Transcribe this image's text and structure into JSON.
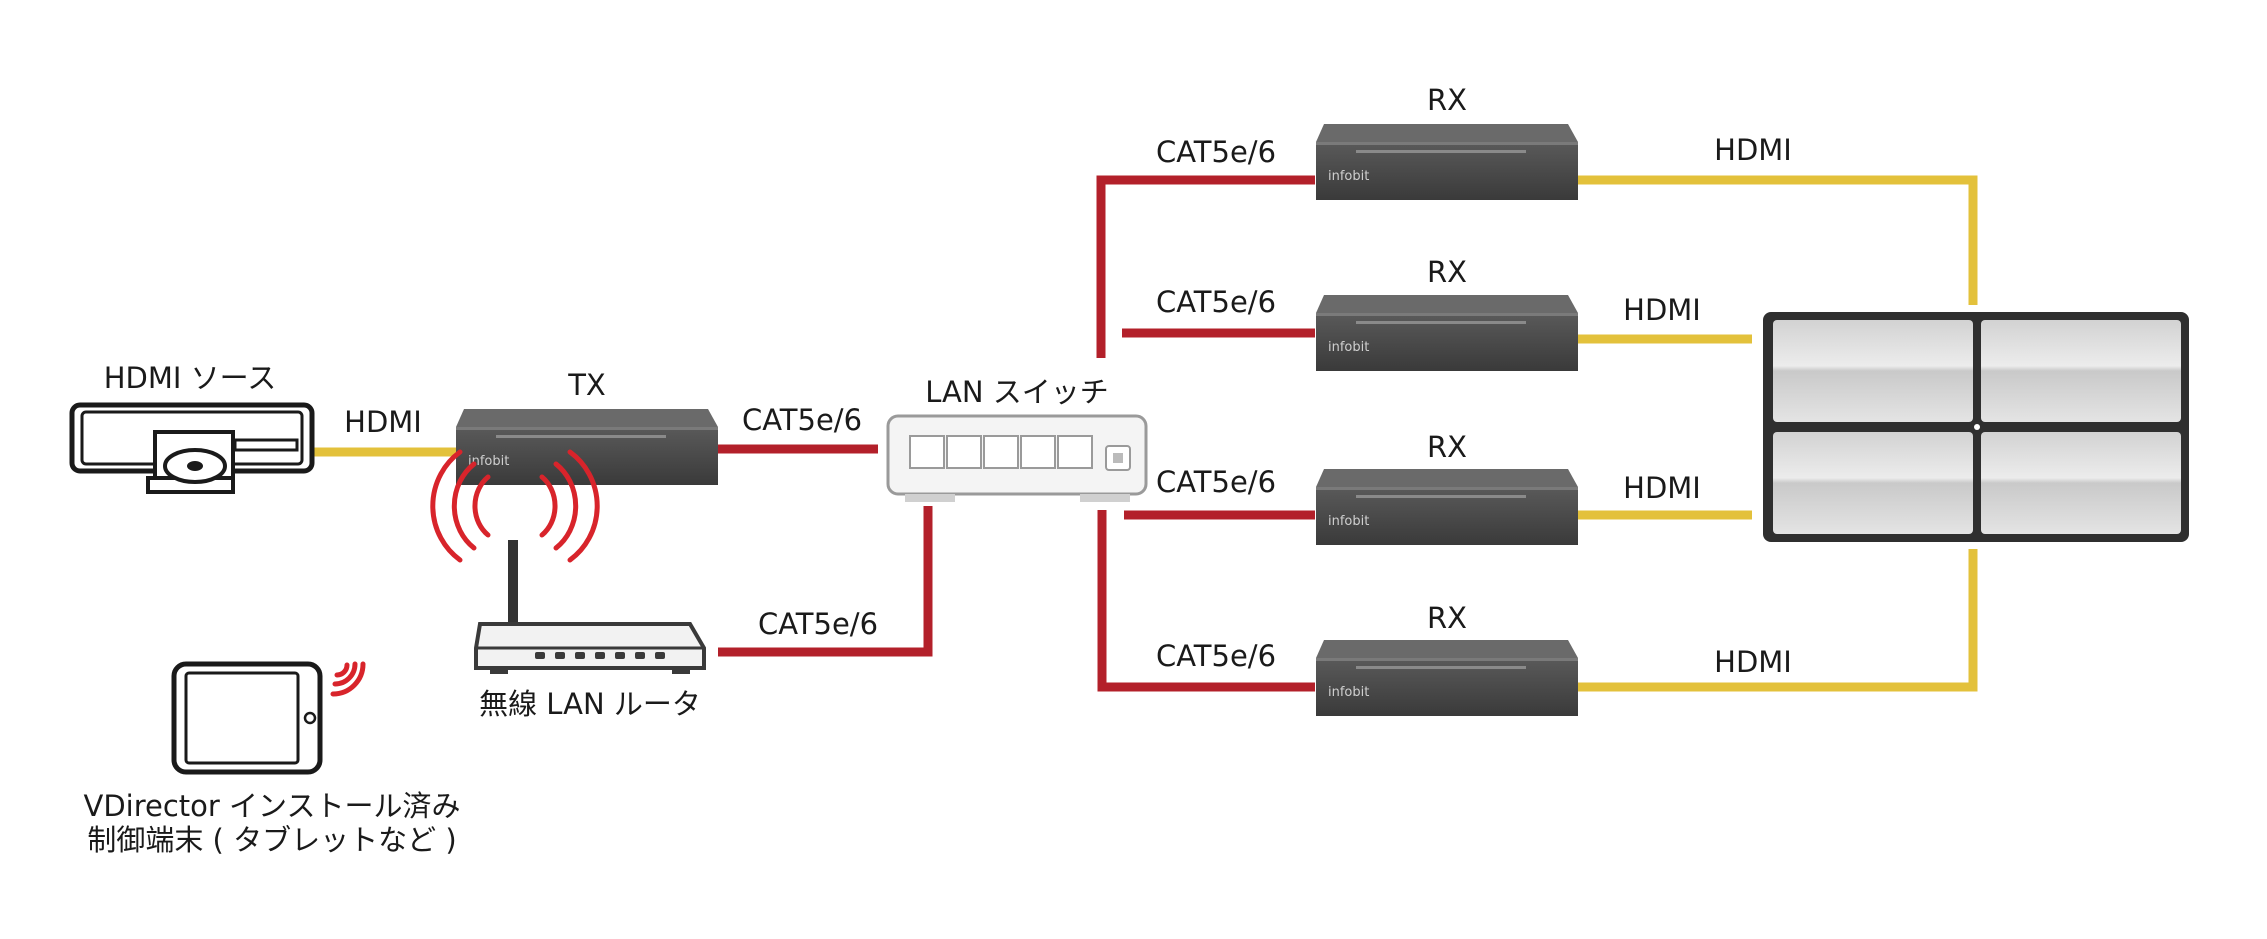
{
  "colors": {
    "hdmi_cable": "#e3c13b",
    "cat_cable": "#b3202a",
    "device_body": "#4a4a4a",
    "wifi_waves": "#d8242b",
    "text": "#1a1a1a"
  },
  "devices": {
    "source": {
      "label": "HDMI ソース",
      "icon": "media-player-icon"
    },
    "tx": {
      "label": "TX",
      "brand": "infobit"
    },
    "lan_switch": {
      "label": "LAN スイッチ",
      "icon": "network-switch-icon"
    },
    "router": {
      "label": "無線 LAN ルータ",
      "icon": "wireless-router-icon"
    },
    "tablet": {
      "label_line1": "VDirector インストール済み",
      "label_line2": "制御端末 ( タブレットなど )",
      "icon": "tablet-icon"
    },
    "receivers": [
      {
        "label": "RX",
        "brand": "infobit"
      },
      {
        "label": "RX",
        "brand": "infobit"
      },
      {
        "label": "RX",
        "brand": "infobit"
      },
      {
        "label": "RX",
        "brand": "infobit"
      }
    ],
    "video_wall": {
      "icon": "video-wall-icon"
    }
  },
  "cables": {
    "source_tx": "HDMI",
    "tx_switch": "CAT5e/6",
    "router_switch": "CAT5e/6",
    "switch_rx": [
      "CAT5e/6",
      "CAT5e/6",
      "CAT5e/6",
      "CAT5e/6"
    ],
    "rx_wall": [
      "HDMI",
      "HDMI",
      "HDMI",
      "HDMI"
    ]
  }
}
